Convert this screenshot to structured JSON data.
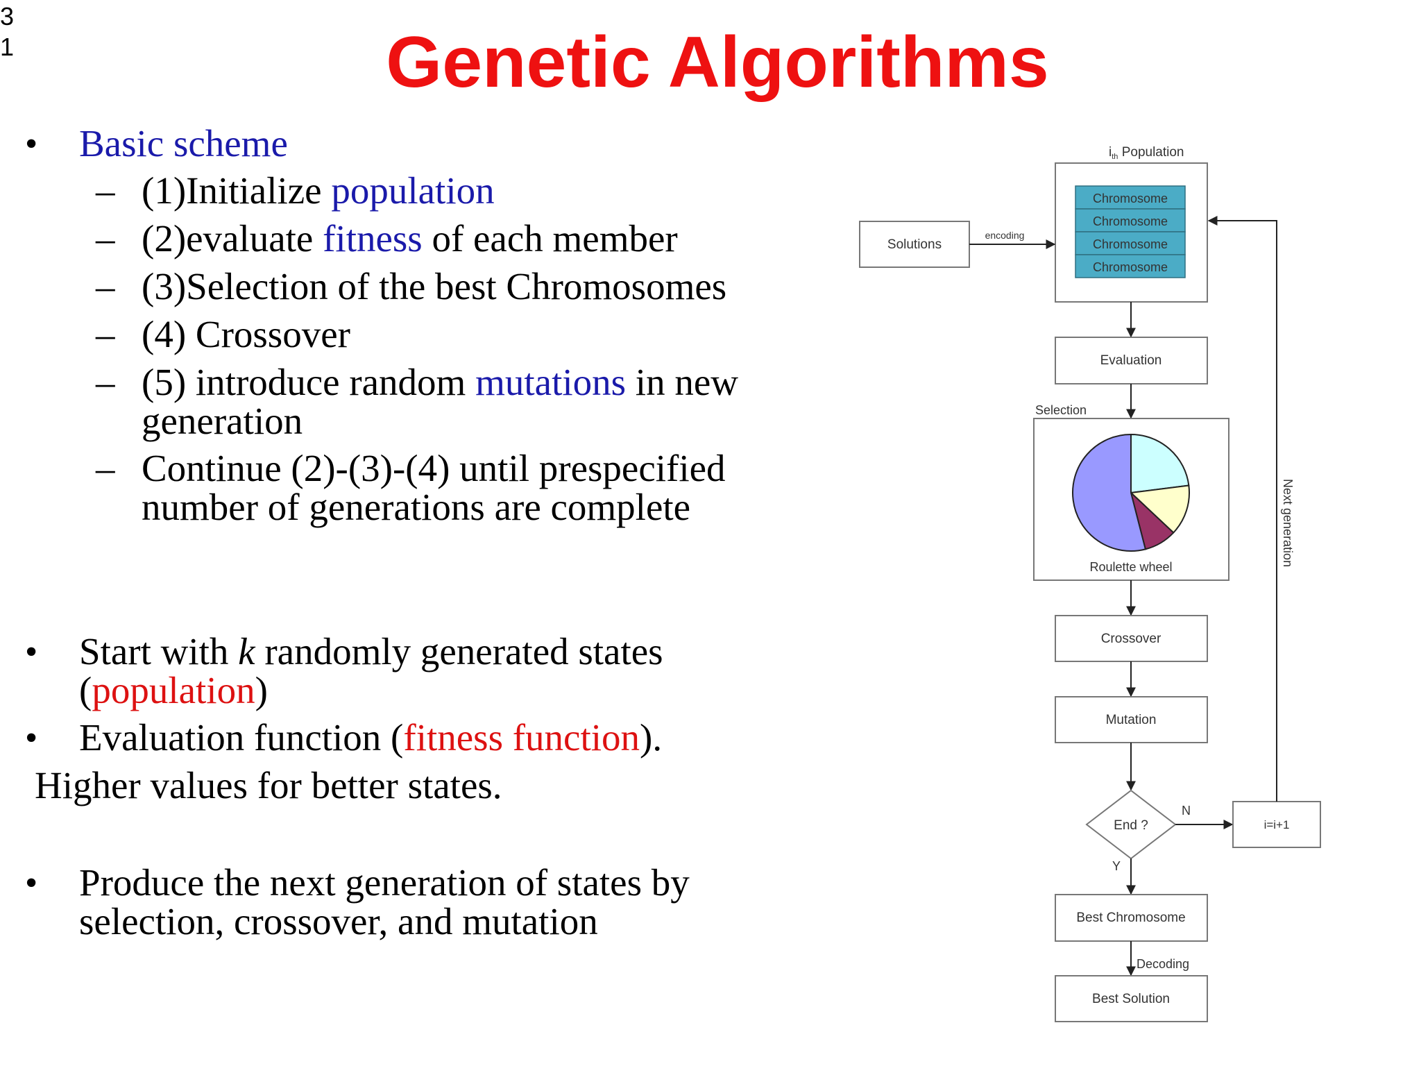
{
  "slide_number": [
    "3",
    "1"
  ],
  "title": "Genetic Algorithms",
  "basic_scheme": {
    "heading": "Basic scheme",
    "steps": [
      {
        "pre": "(1)Initialize ",
        "hl": "population",
        "post": ""
      },
      {
        "pre": "(2)evaluate ",
        "hl": "fitness",
        "post": " of each member"
      },
      {
        "pre": "(3)Selection of the best Chromosomes",
        "hl": "",
        "post": ""
      },
      {
        "pre": "(4) Crossover",
        "hl": "",
        "post": ""
      },
      {
        "pre": "(5) introduce random ",
        "hl": "mutations",
        "post": " in new",
        "cont": "generation"
      },
      {
        "pre": "Continue (2)-(3)-(4) until prespecified",
        "hl": "",
        "post": "",
        "cont": "number of generations are complete"
      }
    ]
  },
  "bullets": {
    "start_pre": "Start with ",
    "start_k": "k",
    "start_post": " randomly generated states",
    "start_open": "(",
    "start_hl": "population",
    "start_close": ")",
    "eval_pre": "Evaluation function (",
    "eval_hl": "fitness function",
    "eval_post": ").",
    "higher": "Higher values for better states.",
    "produce_1": "Produce the next generation of states by",
    "produce_2": "selection, crossover, and mutation"
  },
  "flowchart": {
    "ith_population_i": "i",
    "ith_population_sub": "th",
    "ith_population_rest": " Population",
    "chromosomes": [
      "Chromosome",
      "Chromosome",
      "Chromosome",
      "Chromosome"
    ],
    "solutions": "Solutions",
    "encoding": "encoding",
    "evaluation": "Evaluation",
    "selection": "Selection",
    "roulette": "Roulette wheel",
    "crossover": "Crossover",
    "mutation": "Mutation",
    "end": "End ?",
    "n_label": "N",
    "y_label": "Y",
    "increment": "i=i+1",
    "next_generation": "Next generation",
    "best_chromosome": "Best Chromosome",
    "decoding": "Decoding",
    "best_solution": "Best Solution"
  },
  "roulette_slices": [
    {
      "value": 23,
      "color": "#ccffff"
    },
    {
      "value": 14,
      "color": "#ffffcc"
    },
    {
      "value": 9,
      "color": "#993366"
    },
    {
      "value": 54,
      "color": "#9999ff"
    }
  ],
  "colors": {
    "title": "#ee1111",
    "highlight_blue": "#1a1aaa",
    "highlight_red": "#dd1111",
    "chromosome_fill": "#4bacc6"
  }
}
